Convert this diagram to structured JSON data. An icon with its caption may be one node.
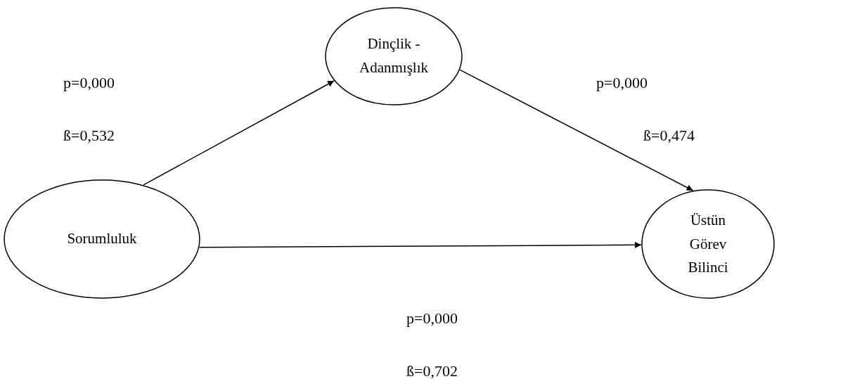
{
  "diagram": {
    "nodes": [
      {
        "text": [
          "Sorumluluk"
        ]
      },
      {
        "text": [
          "Dinçlik - Adanmışlık"
        ]
      },
      {
        "text": [
          "Üstün Görev Bilinci"
        ]
      }
    ],
    "edges": [
      {
        "from": 0,
        "to": 1,
        "arrow": "to"
      },
      {
        "from": 1,
        "to": 2,
        "arrow": "to"
      },
      {
        "from": 0,
        "to": 2,
        "arrow": "to"
      }
    ],
    "labels": [
      "p=0,000",
      "p=0,000",
      "ß=0,532",
      "ß=0,474",
      "p=0,000",
      "ß=0,702"
    ]
  }
}
